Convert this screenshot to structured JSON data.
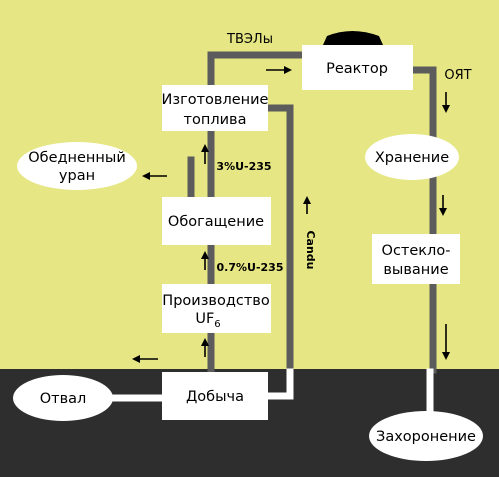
{
  "diagram": {
    "nodes": {
      "reactor": "Реактор",
      "fabrication_l1": "Изготовление",
      "fabrication_l2": "топлива",
      "depleted_l1": "Обедненный",
      "depleted_l2": "уран",
      "enrichment": "Обогащение",
      "production_l1": "Производство",
      "production_l2": "UF",
      "production_sub": "6",
      "mining": "Добыча",
      "tailings": "Отвал",
      "storage": "Хранение",
      "vitrification_l1": "Остекло-",
      "vitrification_l2": "вывание",
      "burial": "Захоронение"
    },
    "labels": {
      "fuel_rods": "ТВЭЛы",
      "spent_fuel": "ОЯТ",
      "enriched_pct": "3%U-235",
      "natural_pct": "0.7%U-235",
      "candu": "Candu"
    }
  },
  "colors": {
    "background": "#e6e684",
    "ground": "#2e2e2e",
    "pipe": "#5c5c5c",
    "pipe_below_ground": "#ffffff",
    "box_fill": "#ffffff",
    "reactor_cap": "#000000"
  }
}
